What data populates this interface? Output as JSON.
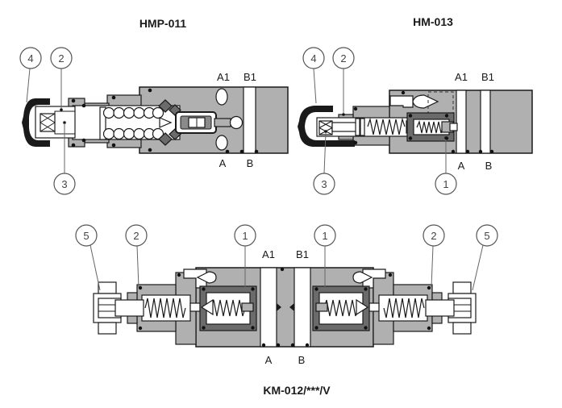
{
  "colors": {
    "body_gray": "#b0b0b0",
    "component_dark_gray": "#6b6b6b",
    "line_dark": "#1a1a1a",
    "background": "#ffffff"
  },
  "diagrams": {
    "hmp011": {
      "title": "HMP-011",
      "ports": {
        "a1": "A1",
        "b1": "B1",
        "a": "A",
        "b": "B"
      },
      "callouts": {
        "c4": "4",
        "c2": "2",
        "c3": "3"
      }
    },
    "hm013": {
      "title": "HM-013",
      "ports": {
        "a1": "A1",
        "b1": "B1",
        "a": "A",
        "b": "B"
      },
      "callouts": {
        "c4": "4",
        "c2": "2",
        "c3": "3",
        "c1": "1"
      }
    },
    "km012": {
      "title": "KM-012/***/V",
      "ports": {
        "a1": "A1",
        "b1": "B1",
        "a": "A",
        "b": "B"
      },
      "callouts": {
        "c5_left": "5",
        "c2_left": "2",
        "c1_left": "1",
        "c1_right": "1",
        "c2_right": "2",
        "c5_right": "5"
      }
    }
  }
}
